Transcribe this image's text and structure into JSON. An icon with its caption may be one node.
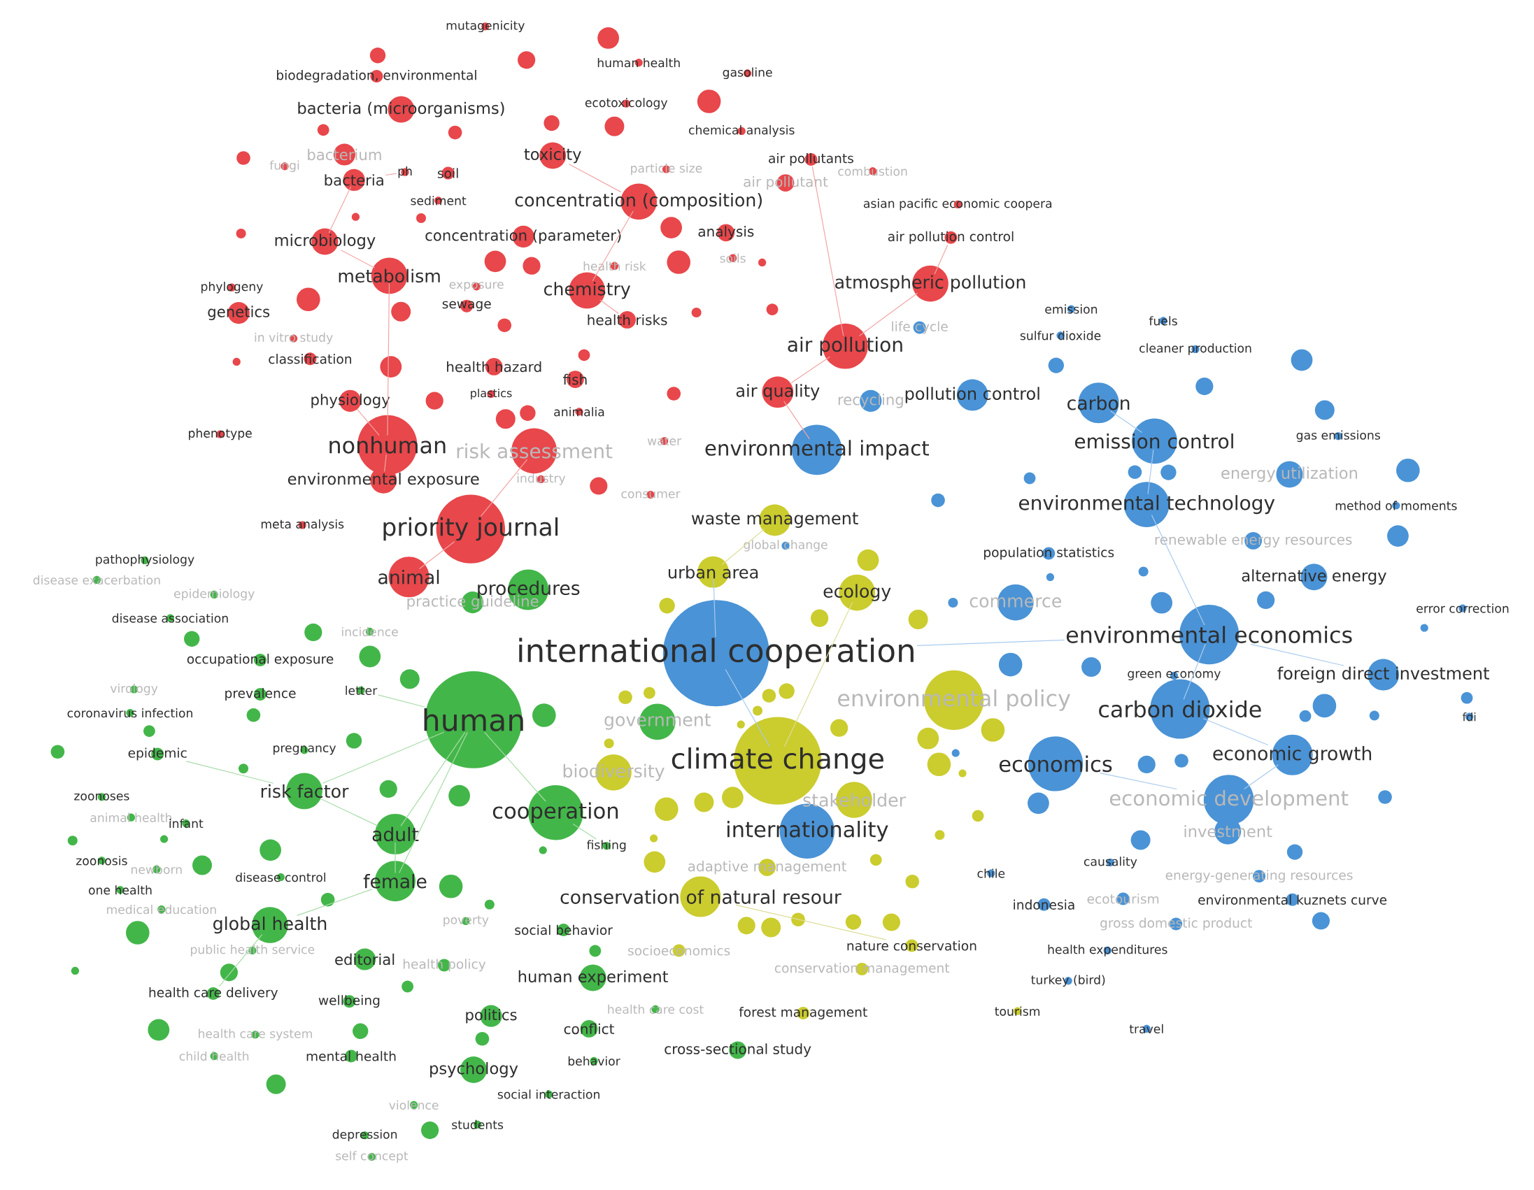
{
  "diagram": {
    "nodes": [
      {
        "text": [
          "mutagenicity"
        ]
      },
      {
        "text": [
          "human health"
        ]
      },
      {
        "text": [
          "gasoline"
        ]
      },
      {
        "text": [
          "biodegradation, environmental"
        ]
      },
      {
        "text": [
          "bacteria (microorganisms)"
        ]
      },
      {
        "text": [
          "ecotoxicology"
        ]
      },
      {
        "text": [
          "chemical analysis"
        ]
      },
      {
        "text": [
          "bacterium"
        ]
      },
      {
        "text": [
          "toxicity"
        ]
      },
      {
        "text": [
          "fungi"
        ]
      },
      {
        "text": [
          "bacteria"
        ]
      },
      {
        "text": [
          "ph"
        ]
      },
      {
        "text": [
          "soil"
        ]
      },
      {
        "text": [
          "air pollutants"
        ]
      },
      {
        "text": [
          "sediment"
        ]
      },
      {
        "text": [
          "concentration (composition)"
        ]
      },
      {
        "text": [
          "asian pacific economic coopera"
        ]
      },
      {
        "text": [
          "microbiology"
        ]
      },
      {
        "text": [
          "concentration (parameter)"
        ]
      },
      {
        "text": [
          "analysis"
        ]
      },
      {
        "text": [
          "air pollution control"
        ]
      },
      {
        "text": [
          "soils"
        ]
      },
      {
        "text": [
          "metabolism"
        ]
      },
      {
        "text": [
          "phylogeny"
        ]
      },
      {
        "text": [
          "chemistry"
        ]
      },
      {
        "text": [
          "atmospheric pollution"
        ]
      },
      {
        "text": [
          "genetics"
        ]
      },
      {
        "text": [
          "sewage"
        ]
      },
      {
        "text": [
          "health risks"
        ]
      },
      {
        "text": [
          "classification"
        ]
      },
      {
        "text": [
          "health hazard"
        ]
      },
      {
        "text": [
          "air pollution"
        ]
      },
      {
        "text": [
          "fish"
        ]
      },
      {
        "text": [
          "plastics"
        ]
      },
      {
        "text": [
          "air quality"
        ]
      },
      {
        "text": [
          "physiology"
        ]
      },
      {
        "text": [
          "animalia"
        ]
      },
      {
        "text": [
          "phenotype"
        ]
      },
      {
        "text": [
          "nonhuman"
        ]
      },
      {
        "text": [
          "risk assessment"
        ]
      },
      {
        "text": [
          "environmental impact"
        ]
      },
      {
        "text": [
          "environmental exposure"
        ]
      },
      {
        "text": [
          "consumer"
        ]
      },
      {
        "text": [
          "industry"
        ]
      },
      {
        "text": [
          "water"
        ]
      },
      {
        "text": [
          "meta analysis"
        ]
      },
      {
        "text": [
          "priority journal"
        ]
      },
      {
        "text": [
          "animal"
        ]
      },
      {
        "text": [
          "exposure"
        ]
      },
      {
        "text": [
          "health risk"
        ]
      },
      {
        "text": [
          "in vitro study"
        ]
      },
      {
        "text": [
          "particle size"
        ]
      },
      {
        "text": [
          "air pollutant"
        ]
      },
      {
        "text": [
          "combustion"
        ]
      },
      {
        "text": [
          "emission"
        ]
      },
      {
        "text": [
          "fuels"
        ]
      },
      {
        "text": [
          "sulfur dioxide"
        ]
      },
      {
        "text": [
          "cleaner production"
        ]
      },
      {
        "text": [
          "carbon"
        ]
      },
      {
        "text": [
          "pollution control"
        ]
      },
      {
        "text": [
          "life cycle"
        ]
      },
      {
        "text": [
          "recycling"
        ]
      },
      {
        "text": [
          "emission control"
        ]
      },
      {
        "text": [
          "gas emissions"
        ]
      },
      {
        "text": [
          "energy utilization"
        ]
      },
      {
        "text": [
          "environmental technology"
        ]
      },
      {
        "text": [
          "method of moments"
        ]
      },
      {
        "text": [
          "renewable energy resources"
        ]
      },
      {
        "text": [
          "population statistics"
        ]
      },
      {
        "text": [
          "alternative energy"
        ]
      },
      {
        "text": [
          "error correction"
        ]
      },
      {
        "text": [
          "commerce"
        ]
      },
      {
        "text": [
          "environmental economics"
        ]
      },
      {
        "text": [
          "green economy"
        ]
      },
      {
        "text": [
          "foreign direct investment"
        ]
      },
      {
        "text": [
          "carbon dioxide"
        ]
      },
      {
        "text": [
          "fdi"
        ]
      },
      {
        "text": [
          "economics"
        ]
      },
      {
        "text": [
          "economic growth"
        ]
      },
      {
        "text": [
          "economic development"
        ]
      },
      {
        "text": [
          "investment"
        ]
      },
      {
        "text": [
          "causality"
        ]
      },
      {
        "text": [
          "energy-generating resources"
        ]
      },
      {
        "text": [
          "environmental kuznets curve"
        ]
      },
      {
        "text": [
          "ecotourism"
        ]
      },
      {
        "text": [
          "gross domestic product"
        ]
      },
      {
        "text": [
          "health expenditures"
        ]
      },
      {
        "text": [
          "turkey (bird)"
        ]
      },
      {
        "text": [
          "travel"
        ]
      },
      {
        "text": [
          "indonesia"
        ]
      },
      {
        "text": [
          "chile"
        ]
      },
      {
        "text": [
          "internationality"
        ]
      },
      {
        "text": [
          "international cooperation"
        ]
      },
      {
        "text": [
          "global change"
        ]
      },
      {
        "text": [
          "waste management"
        ]
      },
      {
        "text": [
          "urban area"
        ]
      },
      {
        "text": [
          "ecology"
        ]
      },
      {
        "text": [
          "environmental policy"
        ]
      },
      {
        "text": [
          "climate change"
        ]
      },
      {
        "text": [
          "biodiversity"
        ]
      },
      {
        "text": [
          "stakeholder"
        ]
      },
      {
        "text": [
          "adaptive management"
        ]
      },
      {
        "text": [
          "conservation of natural resour"
        ]
      },
      {
        "text": [
          "nature conservation"
        ]
      },
      {
        "text": [
          "conservation management"
        ]
      },
      {
        "text": [
          "forest management"
        ]
      },
      {
        "text": [
          "tourism"
        ]
      },
      {
        "text": [
          "socioeconomics"
        ]
      },
      {
        "text": [
          "procedures"
        ]
      },
      {
        "text": [
          "practice guideline"
        ]
      },
      {
        "text": [
          "pathophysiology"
        ]
      },
      {
        "text": [
          "disease exacerbation"
        ]
      },
      {
        "text": [
          "disease association"
        ]
      },
      {
        "text": [
          "incidence"
        ]
      },
      {
        "text": [
          "occupational exposure"
        ]
      },
      {
        "text": [
          "virology"
        ]
      },
      {
        "text": [
          "prevalence"
        ]
      },
      {
        "text": [
          "letter"
        ]
      },
      {
        "text": [
          "coronavirus infection"
        ]
      },
      {
        "text": [
          "human"
        ]
      },
      {
        "text": [
          "government"
        ]
      },
      {
        "text": [
          "epidemic"
        ]
      },
      {
        "text": [
          "pregnancy"
        ]
      },
      {
        "text": [
          "risk factor"
        ]
      },
      {
        "text": [
          "zoonoses"
        ]
      },
      {
        "text": [
          "animal health"
        ]
      },
      {
        "text": [
          "infant"
        ]
      },
      {
        "text": [
          "cooperation"
        ]
      },
      {
        "text": [
          "adult"
        ]
      },
      {
        "text": [
          "fishing"
        ]
      },
      {
        "text": [
          "zoonosis"
        ]
      },
      {
        "text": [
          "newborn"
        ]
      },
      {
        "text": [
          "disease control"
        ]
      },
      {
        "text": [
          "one health"
        ]
      },
      {
        "text": [
          "female"
        ]
      },
      {
        "text": [
          "medical education"
        ]
      },
      {
        "text": [
          "global health"
        ]
      },
      {
        "text": [
          "social behavior"
        ]
      },
      {
        "text": [
          "poverty"
        ]
      },
      {
        "text": [
          "editorial"
        ]
      },
      {
        "text": [
          "health policy"
        ]
      },
      {
        "text": [
          "public health service"
        ]
      },
      {
        "text": [
          "human experiment"
        ]
      },
      {
        "text": [
          "health care delivery"
        ]
      },
      {
        "text": [
          "wellbeing"
        ]
      },
      {
        "text": [
          "politics"
        ]
      },
      {
        "text": [
          "conflict"
        ]
      },
      {
        "text": [
          "health care system"
        ]
      },
      {
        "text": [
          "health care cost"
        ]
      },
      {
        "text": [
          "mental health"
        ]
      },
      {
        "text": [
          "child health"
        ]
      },
      {
        "text": [
          "behavior"
        ]
      },
      {
        "text": [
          "cross-sectional study"
        ]
      },
      {
        "text": [
          "psychology"
        ]
      },
      {
        "text": [
          "social interaction"
        ]
      },
      {
        "text": [
          "violence"
        ]
      },
      {
        "text": [
          "students"
        ]
      },
      {
        "text": [
          "depression"
        ]
      },
      {
        "text": [
          "self concept"
        ]
      },
      {
        "text": [
          "epidemiology"
        ]
      },
      {
        "text": [],
        "shape": "circle"
      },
      {
        "text": [],
        "shape": "circle"
      },
      {
        "text": [],
        "shape": "circle"
      },
      {
        "text": [],
        "shape": "circle"
      },
      {
        "text": [],
        "shape": "circle"
      },
      {
        "text": [],
        "shape": "circle"
      },
      {
        "text": [],
        "shape": "circle"
      },
      {
        "text": [],
        "shape": "circle"
      },
      {
        "text": [],
        "shape": "circle"
      },
      {
        "text": [],
        "shape": "circle"
      },
      {
        "text": [],
        "shape": "circle"
      },
      {
        "text": [],
        "shape": "circle"
      },
      {
        "text": [],
        "shape": "circle"
      },
      {
        "text": [],
        "shape": "circle"
      },
      {
        "text": [],
        "shape": "circle"
      },
      {
        "text": [],
        "shape": "circle"
      },
      {
        "text": [],
        "shape": "circle"
      },
      {
        "text": [],
        "shape": "circle"
      },
      {
        "text": [],
        "shape": "circle"
      },
      {
        "text": [],
        "shape": "circle"
      },
      {
        "text": [],
        "shape": "circle"
      },
      {
        "text": [],
        "shape": "circle"
      },
      {
        "text": [],
        "shape": "circle"
      },
      {
        "text": [],
        "shape": "circle"
      },
      {
        "text": [],
        "shape": "circle"
      },
      {
        "text": [],
        "shape": "circle"
      },
      {
        "text": [],
        "shape": "circle"
      },
      {
        "text": [],
        "shape": "circle"
      },
      {
        "text": [],
        "shape": "circle"
      },
      {
        "text": [],
        "shape": "circle"
      },
      {
        "text": [],
        "shape": "circle"
      },
      {
        "text": [],
        "shape": "circle"
      },
      {
        "text": [],
        "shape": "circle"
      },
      {
        "text": [],
        "shape": "circle"
      },
      {
        "text": [],
        "shape": "circle"
      },
      {
        "text": [],
        "shape": "circle"
      },
      {
        "text": [],
        "shape": "circle"
      },
      {
        "text": [],
        "shape": "circle"
      },
      {
        "text": [],
        "shape": "circle"
      },
      {
        "text": [],
        "shape": "circle"
      },
      {
        "text": [],
        "shape": "circle"
      },
      {
        "text": [],
        "shape": "circle"
      },
      {
        "text": [],
        "shape": "circle"
      },
      {
        "text": [],
        "shape": "circle"
      },
      {
        "text": [],
        "shape": "circle"
      },
      {
        "text": [],
        "shape": "circle"
      },
      {
        "text": [],
        "shape": "circle"
      },
      {
        "text": [],
        "shape": "circle"
      },
      {
        "text": [],
        "shape": "circle"
      },
      {
        "text": [],
        "shape": "circle"
      },
      {
        "text": [],
        "shape": "circle"
      },
      {
        "text": [],
        "shape": "circle"
      },
      {
        "text": [],
        "shape": "circle"
      },
      {
        "text": [],
        "shape": "circle"
      },
      {
        "text": [],
        "shape": "circle"
      },
      {
        "text": [],
        "shape": "circle"
      },
      {
        "text": [],
        "shape": "circle"
      },
      {
        "text": [],
        "shape": "circle"
      },
      {
        "text": [],
        "shape": "circle"
      },
      {
        "text": [],
        "shape": "circle"
      },
      {
        "text": [],
        "shape": "circle"
      },
      {
        "text": [],
        "shape": "circle"
      },
      {
        "text": [],
        "shape": "circle"
      },
      {
        "text": [],
        "shape": "circle"
      },
      {
        "text": [],
        "shape": "circle"
      },
      {
        "text": [],
        "shape": "circle"
      },
      {
        "text": [],
        "shape": "circle"
      },
      {
        "text": [],
        "shape": "circle"
      },
      {
        "text": [],
        "shape": "circle"
      },
      {
        "text": [],
        "shape": "circle"
      },
      {
        "text": [],
        "shape": "circle"
      },
      {
        "text": [],
        "shape": "circle"
      },
      {
        "text": [],
        "shape": "circle"
      },
      {
        "text": [],
        "shape": "circle"
      },
      {
        "text": [],
        "shape": "circle"
      },
      {
        "text": [],
        "shape": "circle"
      },
      {
        "text": [],
        "shape": "circle"
      },
      {
        "text": [],
        "shape": "circle"
      },
      {
        "text": [],
        "shape": "circle"
      },
      {
        "text": [],
        "shape": "circle"
      },
      {
        "text": [],
        "shape": "circle"
      },
      {
        "text": [],
        "shape": "circle"
      },
      {
        "text": [],
        "shape": "circle"
      },
      {
        "text": [],
        "shape": "circle"
      },
      {
        "text": [],
        "shape": "circle"
      },
      {
        "text": [],
        "shape": "circle"
      },
      {
        "text": [],
        "shape": "circle"
      },
      {
        "text": [],
        "shape": "circle"
      },
      {
        "text": [],
        "shape": "circle"
      },
      {
        "text": [],
        "shape": "circle"
      },
      {
        "text": [],
        "shape": "circle"
      },
      {
        "text": [],
        "shape": "circle"
      },
      {
        "text": [],
        "shape": "circle"
      },
      {
        "text": [],
        "shape": "circle"
      },
      {
        "text": [],
        "shape": "circle"
      },
      {
        "text": [],
        "shape": "circle"
      },
      {
        "text": [],
        "shape": "circle"
      },
      {
        "text": [],
        "shape": "circle"
      },
      {
        "text": [],
        "shape": "circle"
      },
      {
        "text": [],
        "shape": "circle"
      },
      {
        "text": [],
        "shape": "circle"
      },
      {
        "text": [],
        "shape": "circle"
      },
      {
        "text": [],
        "shape": "circle"
      },
      {
        "text": [],
        "shape": "circle"
      },
      {
        "text": [],
        "shape": "circle"
      },
      {
        "text": [],
        "shape": "circle"
      },
      {
        "text": [],
        "shape": "circle"
      },
      {
        "text": [],
        "shape": "circle"
      },
      {
        "text": [],
        "shape": "circle"
      },
      {
        "text": [],
        "shape": "circle"
      },
      {
        "text": [],
        "shape": "circle"
      },
      {
        "text": [],
        "shape": "circle"
      },
      {
        "text": [],
        "shape": "circle"
      },
      {
        "text": [],
        "shape": "circle"
      },
      {
        "text": [],
        "shape": "circle"
      },
      {
        "text": [],
        "shape": "circle"
      },
      {
        "text": [],
        "shape": "circle"
      },
      {
        "text": [],
        "shape": "circle"
      },
      {
        "text": [],
        "shape": "circle"
      },
      {
        "text": [],
        "shape": "circle"
      }
    ],
    "edges": [
      {
        "from": 38,
        "to": 35,
        "arrow": "none"
      },
      {
        "from": 46,
        "to": 39,
        "arrow": "none"
      },
      {
        "from": 38,
        "to": 22,
        "arrow": "none"
      },
      {
        "from": 22,
        "to": 17,
        "arrow": "none"
      },
      {
        "from": 17,
        "to": 10,
        "arrow": "none"
      },
      {
        "from": 10,
        "to": 11,
        "arrow": "none"
      },
      {
        "from": 24,
        "to": 15,
        "arrow": "none"
      },
      {
        "from": 24,
        "to": 28,
        "arrow": "none"
      },
      {
        "from": 31,
        "to": 25,
        "arrow": "none"
      },
      {
        "from": 31,
        "to": 34,
        "arrow": "none"
      },
      {
        "from": 34,
        "to": 40,
        "arrow": "none"
      },
      {
        "from": 46,
        "to": 47,
        "arrow": "none"
      },
      {
        "from": 38,
        "to": 41,
        "arrow": "none"
      },
      {
        "from": 15,
        "to": 8,
        "arrow": "none"
      },
      {
        "from": 25,
        "to": 20,
        "arrow": "none"
      },
      {
        "from": 31,
        "to": 13,
        "arrow": "none"
      },
      {
        "from": 119,
        "to": 128,
        "arrow": "none",
        "color": "#a8dca8"
      },
      {
        "from": 119,
        "to": 134,
        "arrow": "none",
        "color": "#a8dca8"
      },
      {
        "from": 119,
        "to": 123,
        "arrow": "none",
        "color": "#a8dca8"
      },
      {
        "from": 119,
        "to": 127,
        "arrow": "none",
        "color": "#a8dca8"
      },
      {
        "from": 127,
        "to": 129,
        "arrow": "none",
        "color": "#a8dca8"
      },
      {
        "from": 134,
        "to": 136,
        "arrow": "none",
        "color": "#a8dca8"
      },
      {
        "from": 128,
        "to": 123,
        "arrow": "none",
        "color": "#a8dca8"
      },
      {
        "from": 136,
        "to": 143,
        "arrow": "none",
        "color": "#a8dca8"
      },
      {
        "from": 119,
        "to": 117,
        "arrow": "none",
        "color": "#a8dca8"
      },
      {
        "from": 134,
        "to": 128,
        "arrow": "none",
        "color": "#a8dca8"
      },
      {
        "from": 123,
        "to": 121,
        "arrow": "none",
        "color": "#a8dca8"
      },
      {
        "from": 92,
        "to": 72,
        "arrow": "none",
        "color": "#a9cbee"
      },
      {
        "from": 72,
        "to": 75,
        "arrow": "none",
        "color": "#a9cbee"
      },
      {
        "from": 75,
        "to": 78,
        "arrow": "none",
        "color": "#a9cbee"
      },
      {
        "from": 77,
        "to": 79,
        "arrow": "none",
        "color": "#a9cbee"
      },
      {
        "from": 62,
        "to": 65,
        "arrow": "none",
        "color": "#a9cbee"
      },
      {
        "from": 58,
        "to": 62,
        "arrow": "none",
        "color": "#a9cbee"
      },
      {
        "from": 65,
        "to": 72,
        "arrow": "none",
        "color": "#a9cbee"
      },
      {
        "from": 92,
        "to": 95,
        "arrow": "none",
        "color": "#a9cbee"
      },
      {
        "from": 92,
        "to": 98,
        "arrow": "none",
        "color": "#a9cbee"
      },
      {
        "from": 72,
        "to": 74,
        "arrow": "none",
        "color": "#a9cbee"
      },
      {
        "from": 78,
        "to": 79,
        "arrow": "none",
        "color": "#a9cbee"
      },
      {
        "from": 98,
        "to": 96,
        "arrow": "none",
        "color": "#dede9a"
      },
      {
        "from": 94,
        "to": 95,
        "arrow": "none",
        "color": "#dede9a"
      },
      {
        "from": 102,
        "to": 103,
        "arrow": "none",
        "color": "#dede9a"
      }
    ]
  }
}
